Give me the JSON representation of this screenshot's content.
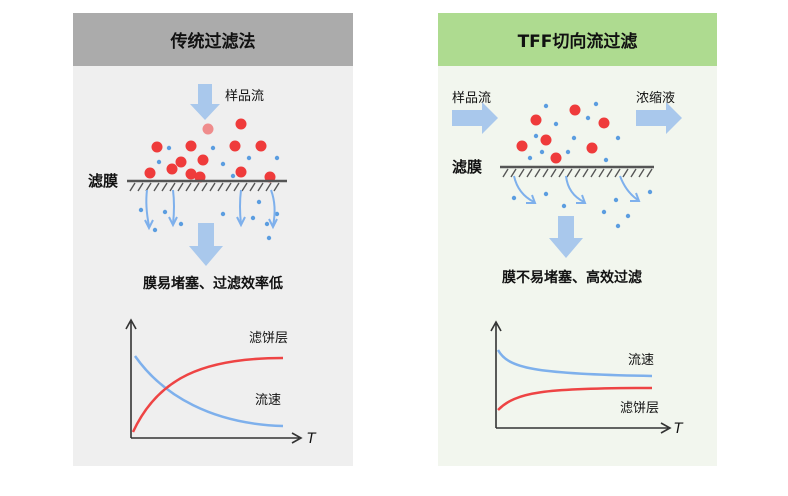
{
  "left": {
    "title": "传统过滤法",
    "sample_label": "样品流",
    "membrane_label": "滤膜",
    "caption": "膜易堵塞、过滤效率低",
    "graph": {
      "cake_label": "滤饼层",
      "flux_label": "流速",
      "t_label": "T"
    }
  },
  "right": {
    "title": "TFF切向流过滤",
    "sample_label": "样品流",
    "retentate_label": "浓缩液",
    "membrane_label": "滤膜",
    "caption": "膜不易堵塞、高效过滤",
    "graph": {
      "flux_label": "流速",
      "cake_label": "滤饼层",
      "t_label": "T"
    }
  },
  "colors": {
    "left_header": "#ababab",
    "right_header": "#aedb90",
    "arrow": "#a9c8ec",
    "particle_large": "#ef3b3b",
    "particle_small": "#5b9de0",
    "flux_curve": "#7eb0ec",
    "cake_curve": "#ee4444"
  }
}
